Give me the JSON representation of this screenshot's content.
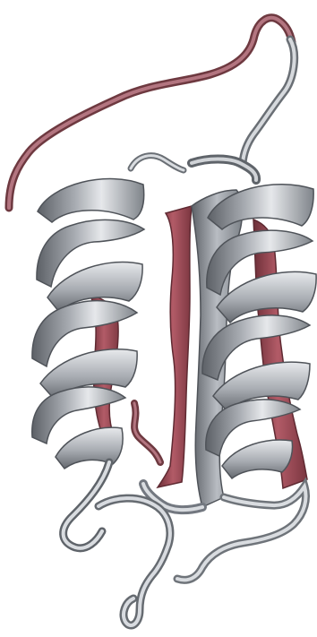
{
  "image": {
    "subject": "protein-ribbon-structure",
    "background_color": "#ffffff",
    "colors": {
      "helix_light": "#d9dbdf",
      "helix_mid": "#a7abb1",
      "helix_dark": "#5d6167",
      "strand_red_light": "#c77d87",
      "strand_red": "#a34f5b",
      "strand_red_dark": "#6d2f38",
      "loop_red": "#9b5d67",
      "loop_red_dark": "#6e3940",
      "loop_gray": "#c4c8cd"
    },
    "secondary_structure": {
      "helices": 2,
      "sheet_strands_highlighted": 2,
      "loops": "gray-and-red"
    }
  }
}
